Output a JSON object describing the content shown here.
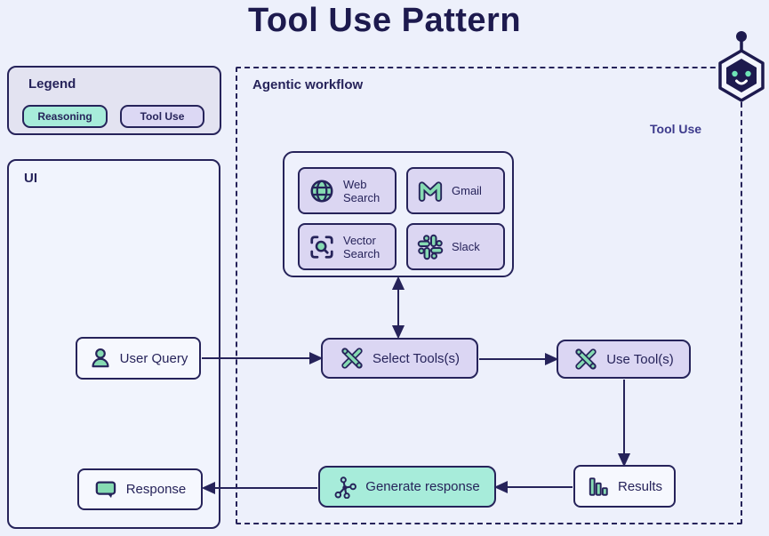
{
  "title": "Tool Use Pattern",
  "colors": {
    "background": "#edf0fb",
    "navy": "#26235a",
    "teal_fill": "#a7ecda",
    "lavender_fill": "#dbd6f3",
    "light_node_fill": "#f6f8fe",
    "icon_green": "#86dbb2"
  },
  "legend": {
    "title": "Legend",
    "items": [
      {
        "label": "Reasoning",
        "type": "reasoning"
      },
      {
        "label": "Tool Use",
        "type": "tool-use"
      }
    ]
  },
  "ui_panel": {
    "title": "UI"
  },
  "workflow": {
    "title": "Agentic workflow",
    "pattern_label": "Tool Use",
    "mascot_icon": "robot-icon"
  },
  "tools": [
    {
      "label": "Web Search",
      "icon": "globe-icon"
    },
    {
      "label": "Gmail",
      "icon": "gmail-icon"
    },
    {
      "label": "Vector Search",
      "icon": "vector-search-icon"
    },
    {
      "label": "Slack",
      "icon": "slack-icon"
    }
  ],
  "nodes": {
    "user_query": {
      "label": "User Query",
      "icon": "user-icon"
    },
    "select_tools": {
      "label": "Select Tools(s)",
      "icon": "crossed-tools-icon"
    },
    "use_tools": {
      "label": "Use Tool(s)",
      "icon": "crossed-tools-icon"
    },
    "results": {
      "label": "Results",
      "icon": "bar-chart-icon"
    },
    "generate_response": {
      "label": "Generate response",
      "icon": "graph-nodes-icon"
    },
    "response": {
      "label": "Response",
      "icon": "speech-bubble-icon"
    }
  }
}
